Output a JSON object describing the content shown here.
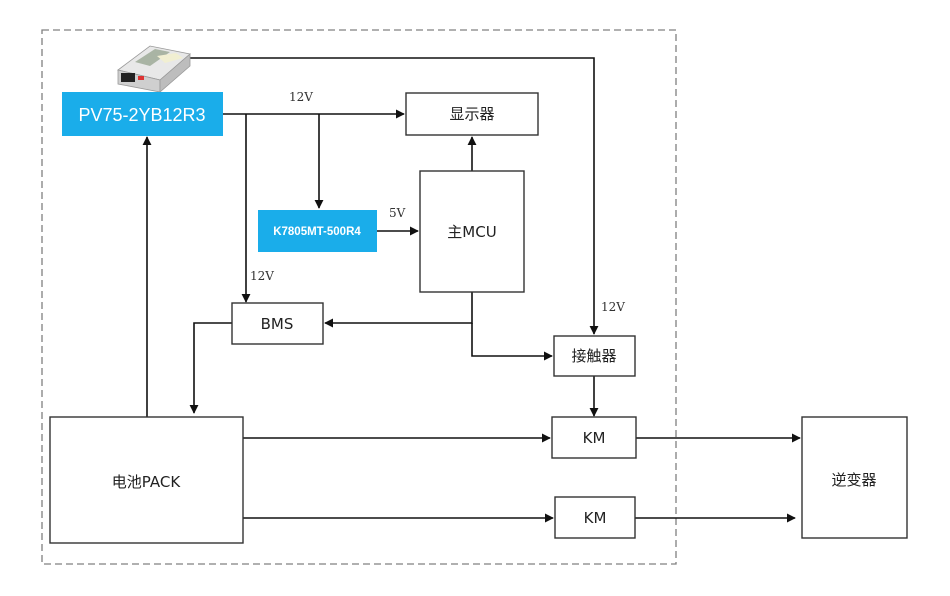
{
  "colors": {
    "accent": "#1AADEA",
    "line": "#111111",
    "dashed_border": "#808080",
    "box_border": "#333333"
  },
  "blocks": {
    "power_supply": {
      "label": "PV75-2YB12R3",
      "icon": "power-supply-module-image"
    },
    "regulator": {
      "label": "K7805MT-500R4"
    },
    "display": {
      "label": "显示器"
    },
    "main_mcu": {
      "label": "主MCU"
    },
    "bms": {
      "label": "BMS"
    },
    "contactor": {
      "label": "接触器"
    },
    "battery_pack": {
      "label": "电池PACK"
    },
    "km_top": {
      "label": "KM"
    },
    "km_bottom": {
      "label": "KM"
    },
    "inverter": {
      "label": "逆变器"
    }
  },
  "voltage_labels": {
    "supply_bus": "12V",
    "regulator_out": "5V",
    "bms_in": "12V",
    "contactor_in": "12V"
  },
  "connections": [
    {
      "from": "power_supply",
      "to": "display",
      "label": "12V"
    },
    {
      "from": "power_supply",
      "to": "regulator"
    },
    {
      "from": "power_supply",
      "to": "bms",
      "label": "12V"
    },
    {
      "from": "power_supply",
      "to": "contactor",
      "label": "12V"
    },
    {
      "from": "regulator",
      "to": "main_mcu",
      "label": "5V"
    },
    {
      "from": "main_mcu",
      "to": "display"
    },
    {
      "from": "main_mcu",
      "to": "bms"
    },
    {
      "from": "main_mcu",
      "to": "contactor"
    },
    {
      "from": "bms",
      "to": "battery_pack"
    },
    {
      "from": "battery_pack",
      "to": "power_supply"
    },
    {
      "from": "contactor",
      "to": "km_top"
    },
    {
      "from": "battery_pack",
      "to": "km_top"
    },
    {
      "from": "battery_pack",
      "to": "km_bottom"
    },
    {
      "from": "km_top",
      "to": "inverter"
    },
    {
      "from": "km_bottom",
      "to": "inverter"
    }
  ]
}
